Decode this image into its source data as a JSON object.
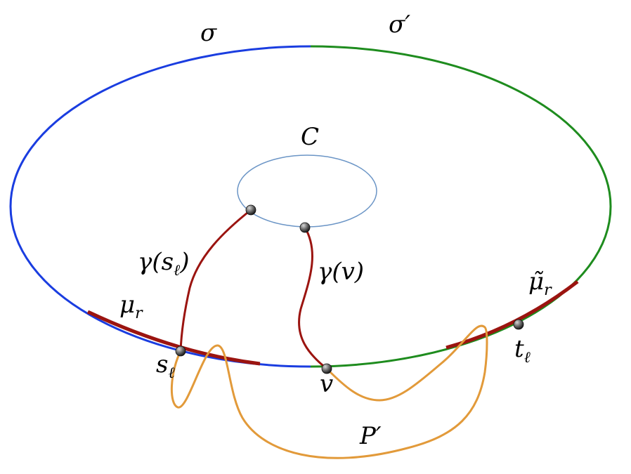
{
  "labels": {
    "sigma": "σ",
    "sigma_prime": "σ′",
    "c": "C",
    "gamma_s": "γ(s",
    "gamma_s_sub": "ℓ",
    "gamma_s_close": ")",
    "gamma_v": "γ(v)",
    "mu_r": "μ",
    "mu_r_sub": "r",
    "mu_tilde_r": "μ̃",
    "mu_tilde_r_sub": "r",
    "s_l": "s",
    "s_l_sub": "ℓ",
    "v": "v",
    "t_l": "t",
    "t_l_sub": "ℓ",
    "p_prime": "P′"
  },
  "colors": {
    "sigma": "#1a3de0",
    "sigma_prime": "#1e8c1e",
    "mu": "#9b1410",
    "gamma": "#9b1410",
    "path": "#e29a3a",
    "c": "#6b95c6"
  }
}
